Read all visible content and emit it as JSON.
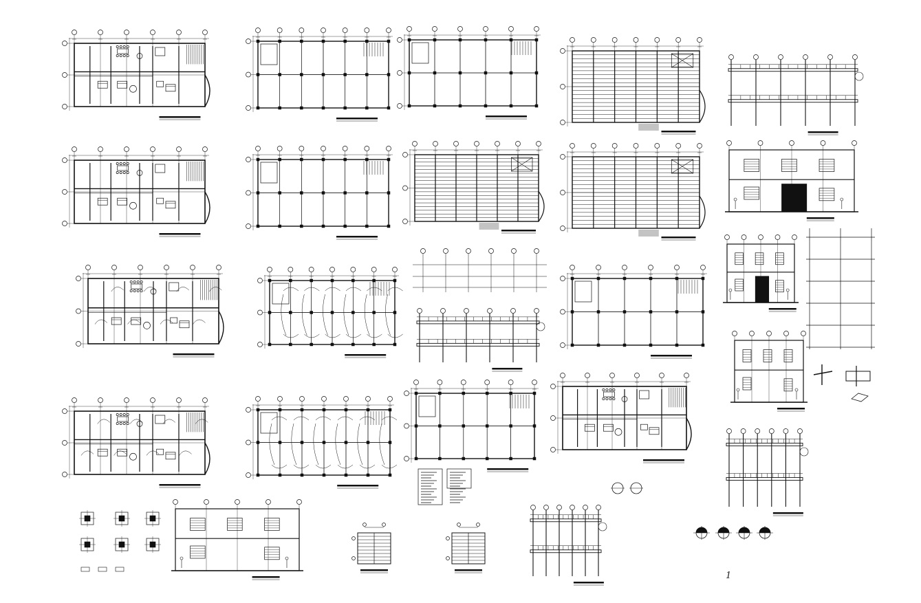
{
  "sheet": {
    "background": "#ffffff",
    "line_color": "#111111",
    "page_number": "1"
  },
  "drawings": {
    "floor_plans": [
      "plan-1",
      "plan-2",
      "plan-3",
      "plan-4"
    ],
    "structural_grids": [
      "grid-1",
      "grid-2",
      "grid-3",
      "grid-4",
      "grid-5"
    ],
    "framing_plans": [
      "framing-1",
      "framing-2",
      "framing-3"
    ],
    "sections": [
      "section-1",
      "section-2",
      "section-3",
      "section-4",
      "section-5"
    ],
    "elevations": [
      "elevation-front",
      "elevation-side",
      "elevation-long"
    ],
    "details": [
      "detail-footings",
      "detail-stair-1",
      "detail-stair-2",
      "detail-symbols"
    ]
  }
}
